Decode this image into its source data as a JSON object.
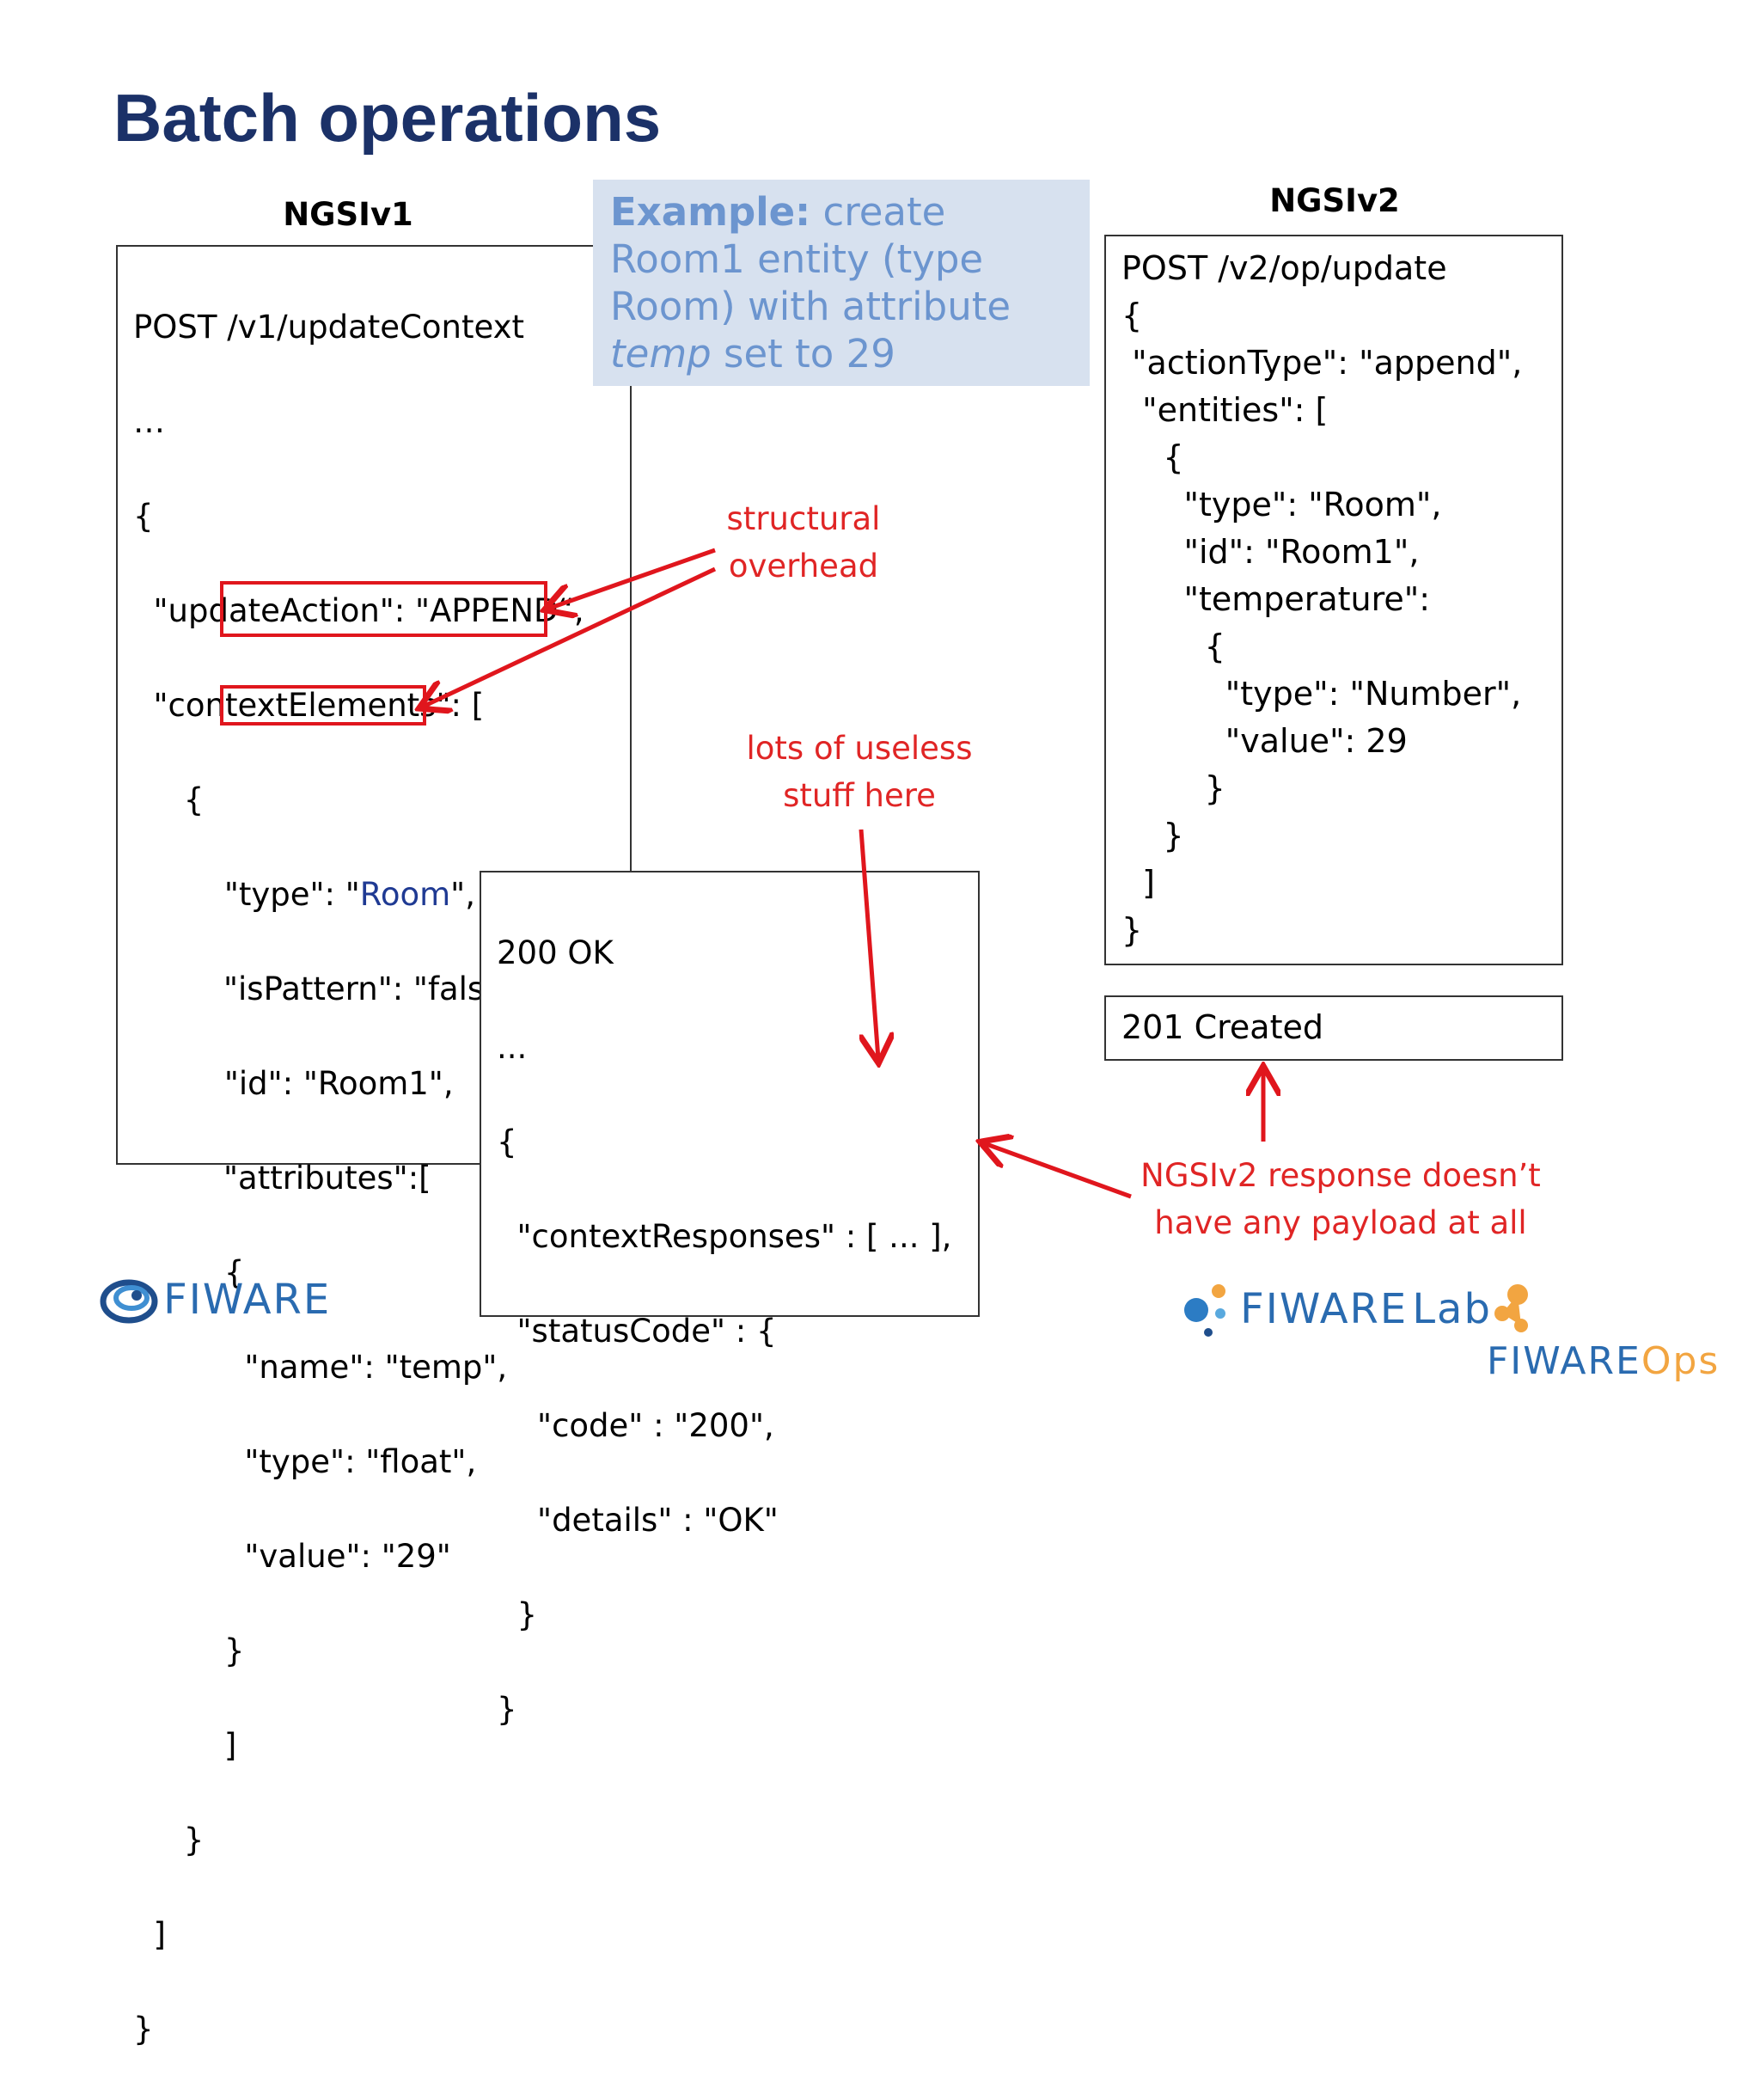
{
  "slide": {
    "title": "Batch operations"
  },
  "ngsiv1": {
    "heading": "NGSIv1",
    "request": {
      "method_line": "POST /v1/updateContext",
      "ellipsis": "…",
      "open_brace": "{",
      "update_action": "  \"updateAction\": \"APPEND“,",
      "context_elements": "  \"contextElements\": [",
      "elem_open": "     {",
      "type_key": "         \"type\": \"",
      "type_value": "Room",
      "type_end": "\",",
      "is_pattern": "\"isPattern\": \"false\",",
      "id_line": "         \"id\": \"Room1\",",
      "attributes": "\"attributes\":",
      "attributes_bracket": "[",
      "attr_open": "         {",
      "name_line": "           \"name\": \"temp\",",
      "type_line": "           \"type\": \"float\",",
      "value_line": "           \"value\": \"29\"",
      "attr_close": "         }",
      "attrs_close": "         ]",
      "elem_close": "     }",
      "elems_close": "  ]",
      "close_brace": "}"
    },
    "response": {
      "status_line": "200 OK",
      "ellipsis": "...",
      "open_brace": "{",
      "context_responses": "  \"contextResponses\" : [ ... ],",
      "status_code": "  \"statusCode\" : {",
      "code_line": "    \"code\" : \"200\",",
      "details_line": "    \"details\" : \"OK\"",
      "status_close": "  }",
      "close_brace": "}"
    }
  },
  "example": {
    "bold_label": "Example:",
    "text_1": " create",
    "line_2": "Room1 entity (type",
    "line_3": "Room) with attribute",
    "italic_word": "temp",
    "text_4": " set to 29"
  },
  "ngsiv2": {
    "heading": "NGSIv2",
    "request_lines": [
      "POST /v2/op/update",
      "{",
      " \"actionType\": \"append\",",
      "  \"entities\": [",
      "    {",
      "      \"type\": \"Room\",",
      "      \"id\": \"Room1\",",
      "      \"temperature\":",
      "        {",
      "          \"type\": \"Number\",",
      "          \"value\": 29",
      "        }",
      "    }",
      "  ]",
      "}"
    ],
    "response": "201 Created"
  },
  "annotations": {
    "structural_overhead": [
      "structural",
      "overhead"
    ],
    "useless_stuff": [
      "lots of useless",
      "stuff here"
    ],
    "no_payload": [
      "NGSIv2 response doesn’t",
      "have any payload at all"
    ]
  },
  "colors": {
    "title": "#1b3168",
    "annotation_red": "#e02525",
    "example_bg": "#d7e1ef",
    "example_text": "#6c95cf",
    "room_blue": "#1f3a93"
  },
  "logos": {
    "fiware": "FIWARE",
    "fiware_lab_1": "FIWARE",
    "fiware_lab_2": "Lab",
    "fiware_ops_1": "FIWARE",
    "fiware_ops_2": "Ops"
  }
}
